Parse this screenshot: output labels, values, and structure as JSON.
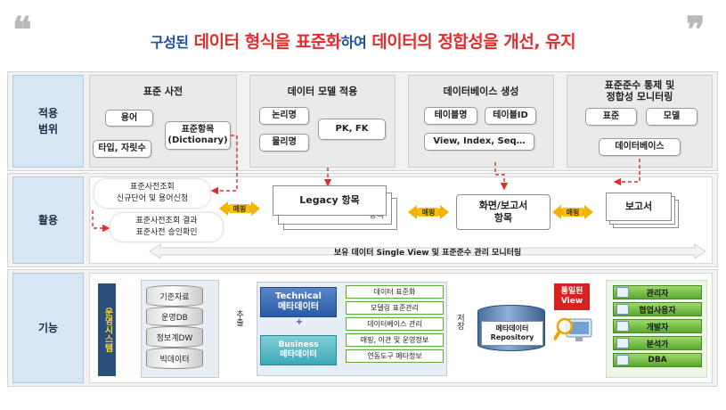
{
  "title": {
    "part1": "구성된",
    "part2": "데이터 형식을 표준화",
    "part3": "하여",
    "part4": "데이터의 정합성을 개선, 유지"
  },
  "rows": {
    "scope": "적용\n범위",
    "usage": "활용",
    "function": "기능"
  },
  "scope": {
    "panels": [
      {
        "title": "표준 사전",
        "items": [
          "용어",
          "표준항목\n(Dictionary)",
          "타입, 자릿수"
        ]
      },
      {
        "title": "데이터 모델 적용",
        "items": [
          "논리명",
          "PK, FK",
          "물리명"
        ]
      },
      {
        "title": "데이터베이스 생성",
        "items": [
          "테이블명",
          "테이블ID",
          "View, Index, Seq…"
        ]
      },
      {
        "title": "표준준수 통제 및\n정합성 모니터링",
        "items": [
          "표준",
          "모델",
          "데이터베이스"
        ]
      }
    ]
  },
  "usage": {
    "note1": "표준사전조회\n신규단어 및 용어신청",
    "note2": "표준사전조회 결과\n표준사전 승인확인",
    "mapping_label": "매핑",
    "legacy": "Legacy 항목",
    "legacy_back": "항목",
    "screen_report": "화면/보고서\n항목",
    "report": "보고서",
    "single_view": "보유 데이터 Single View 및 표준준수 관리 모니터링"
  },
  "function": {
    "ops_system": "운영시스템",
    "dbs": [
      "기준자료",
      "운영DB",
      "정보계DW",
      "빅데이터"
    ],
    "extract": "추출",
    "technical": "Technical\n메타데이터",
    "plus": "+",
    "business": "Business\n메타데이터",
    "meta_items": [
      "데이터 표준화",
      "모델링 표준관리",
      "데이터베이스 관리",
      "매핑, 이관 및 운영정보",
      "연동도구 메타정보"
    ],
    "store": "저장",
    "repository": "메타데이터\nRepository",
    "unified_view": "통일된\nView",
    "users": [
      "관리자",
      "협업사용자",
      "개발자",
      "분석가",
      "DBA"
    ]
  },
  "colors": {
    "accent_red": "#e32c2c",
    "title_blue": "#1f4e9e",
    "row_label_bg": "#d6e6f5",
    "mapping": "#ffc000",
    "user_green": "#5aa830"
  }
}
